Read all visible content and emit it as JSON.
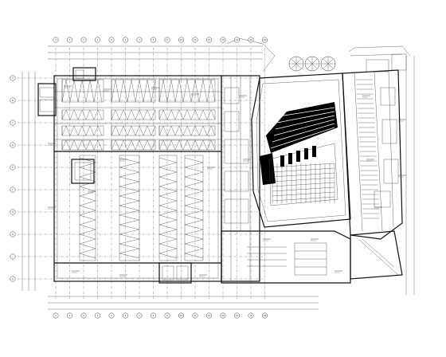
{
  "drawing": {
    "grid_top": [
      "1",
      "2",
      "3",
      "4",
      "5",
      "6",
      "7",
      "8",
      "9",
      "10",
      "11",
      "12",
      "13",
      "14",
      "15",
      "16"
    ],
    "grid_left": [
      "A",
      "B",
      "C",
      "D",
      "E",
      "F",
      "G",
      "H",
      "J",
      "K"
    ],
    "grid_bottom": [
      "1",
      "2",
      "3",
      "4",
      "5",
      "6",
      "7",
      "8",
      "9",
      "10",
      "11",
      "12",
      "13",
      "14",
      "15",
      "16"
    ]
  },
  "colors": {
    "line": "#111111",
    "background": "#ffffff",
    "fill": "#000000"
  }
}
